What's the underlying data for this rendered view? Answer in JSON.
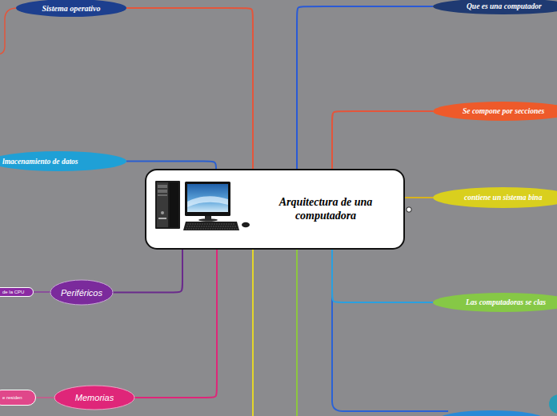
{
  "diagram": {
    "nodes": [
      {
        "text": [
          "Arquitectura de una computadora"
        ]
      },
      {
        "text": [
          "Sistema operativo"
        ]
      },
      {
        "text": [
          "Que es una computador"
        ]
      },
      {
        "text": [
          "Se compone por secciones"
        ]
      },
      {
        "text": [
          "lmacenamiento de datos"
        ]
      },
      {
        "text": [
          "contiene un sistema bina"
        ]
      },
      {
        "text": [
          "de la CPU"
        ]
      },
      {
        "text": [
          "Periféricos"
        ]
      },
      {
        "text": [
          "Las computadoras se clas"
        ]
      },
      {
        "text": [
          "e residen"
        ]
      },
      {
        "text": [
          "Memorias"
        ]
      }
    ],
    "edges": [
      {
        "from": 0,
        "to": 1,
        "arrow": "none"
      },
      {
        "from": 0,
        "to": 2,
        "arrow": "none"
      },
      {
        "from": 0,
        "to": 3,
        "arrow": "none"
      },
      {
        "from": 0,
        "to": 4,
        "arrow": "none"
      },
      {
        "from": 0,
        "to": 5,
        "arrow": "none"
      },
      {
        "from": 0,
        "to": 7,
        "arrow": "none"
      },
      {
        "from": 0,
        "to": 8,
        "arrow": "none"
      },
      {
        "from": 0,
        "to": 10,
        "arrow": "none"
      },
      {
        "from": 7,
        "to": 6,
        "arrow": "none"
      },
      {
        "from": 10,
        "to": 9,
        "arrow": "none"
      }
    ]
  }
}
